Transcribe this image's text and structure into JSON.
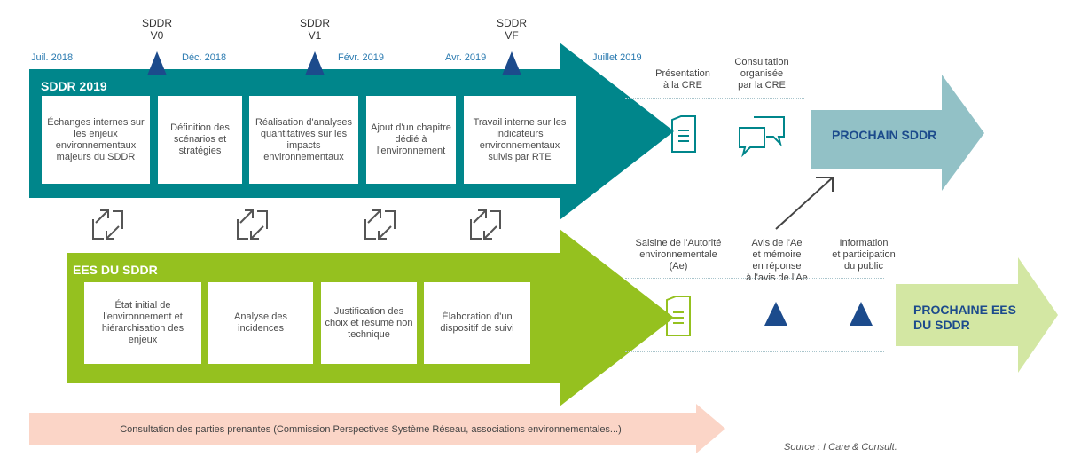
{
  "milestones": [
    {
      "label": "SDDR\nV0"
    },
    {
      "label": "SDDR\nV1"
    },
    {
      "label": "SDDR\nVF"
    }
  ],
  "dates": [
    "Juil. 2018",
    "Déc. 2018",
    "Févr. 2019",
    "Avr. 2019",
    "Juillet 2019"
  ],
  "sddr_band": {
    "title": "SDDR 2019",
    "color": "#00868b",
    "steps": [
      "Échanges internes sur les enjeux environnementaux majeurs du SDDR",
      "Définition des scénarios et stratégies",
      "Réalisation d'analyses quantitatives sur les impacts environnementaux",
      "Ajout d'un chapitre dédié à l'environnement",
      "Travail interne sur les indicateurs environnementaux suivis par RTE"
    ]
  },
  "ees_band": {
    "title": "EES DU SDDR",
    "color": "#95c11f",
    "steps": [
      "État initial de l'environnement et hiérarchisation des enjeux",
      "Analyse des incidences",
      "Justification des choix et résumé non technique",
      "Élaboration d'un dispositif de suivi"
    ]
  },
  "sddr_after": {
    "labels": [
      "Présentation\nà la CRE",
      "Consultation\norganisée\npar la CRE"
    ],
    "icons": [
      "document-icon",
      "speech-bubbles-icon"
    ],
    "next": "PROCHAIN SDDR",
    "next_color": "#92c1c6"
  },
  "ees_after": {
    "labels": [
      "Saisine de l'Autorité\nenvironnementale\n(Ae)",
      "Avis de l'Ae\net mémoire\nen réponse\nà l'avis de l'Ae",
      "Information\net participation\ndu public"
    ],
    "icons": [
      "document-icon",
      "triangle-marker-icon",
      "triangle-marker-icon"
    ],
    "next": "PROCHAINE EES\nDU SDDR",
    "next_color": "#d3e7a3"
  },
  "consultation": {
    "text": "Consultation des parties prenantes (Commission Perspectives Système Réseau, associations environnementales...)",
    "color": "#fbd5c7"
  },
  "source": "Source : I Care & Consult.",
  "colors": {
    "navy": "#1c4b8c",
    "date": "#2a7ab0",
    "exchange_icon": "#555555"
  }
}
